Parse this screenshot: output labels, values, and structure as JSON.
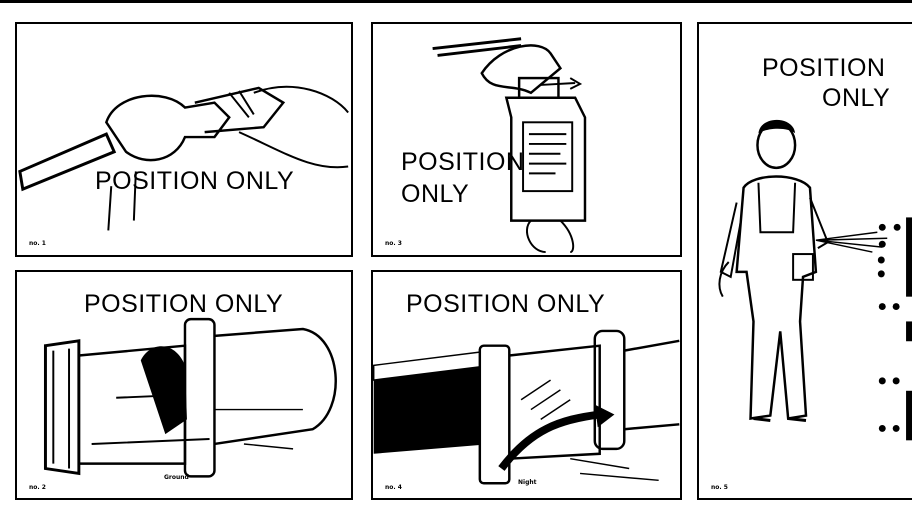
{
  "placeholder": "POSITION ONLY",
  "panels": [
    {
      "label": "POSITION ONLY",
      "fig": "no. 1",
      "caption": ""
    },
    {
      "label_line1": "POSITION",
      "label_line2": "ONLY",
      "fig": "no. 3",
      "caption": ""
    },
    {
      "label_line1": "POSITION",
      "label_line2": "ONLY",
      "fig": "no. 5",
      "caption": ""
    },
    {
      "label": "POSITION ONLY",
      "fig": "no. 2",
      "caption": "Ground"
    },
    {
      "label": "POSITION ONLY",
      "fig": "no. 4",
      "caption": "Night"
    }
  ],
  "icons": [
    "hose-hand-icon",
    "bottle-hand-icon",
    "connector-icon",
    "hose-spray-icon",
    "sprayer-worker-icon"
  ]
}
